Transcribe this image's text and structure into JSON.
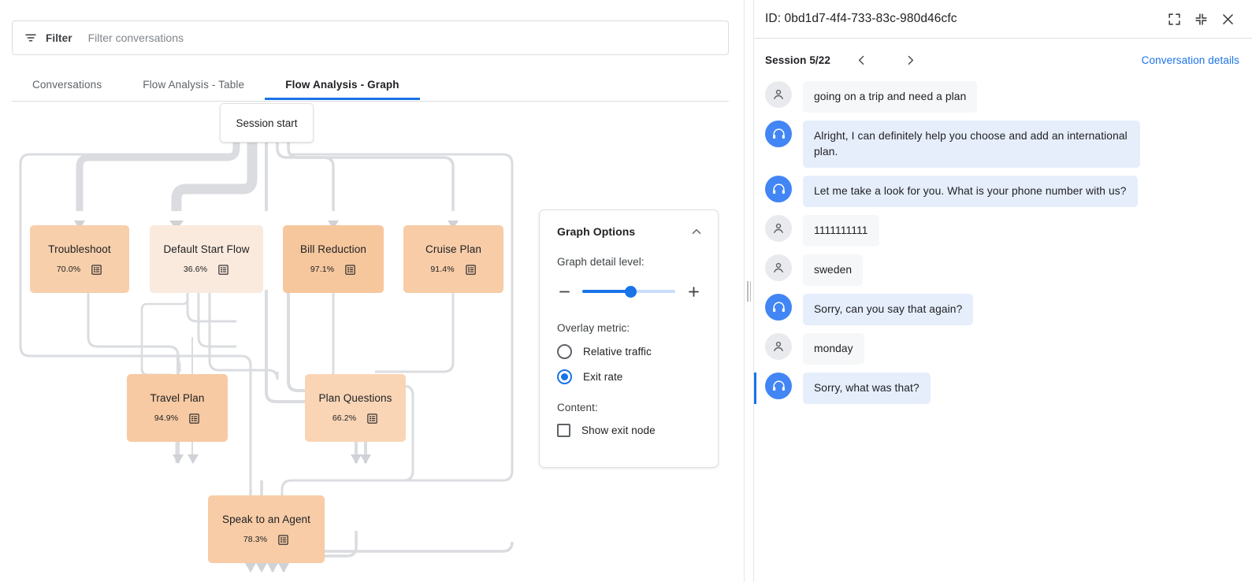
{
  "filter": {
    "label": "Filter",
    "placeholder": "Filter conversations",
    "value": "",
    "icon": "filter-icon"
  },
  "tabs": [
    {
      "label": "Conversations",
      "active": false
    },
    {
      "label": "Flow Analysis - Table",
      "active": false
    },
    {
      "label": "Flow Analysis - Graph",
      "active": true
    }
  ],
  "graph": {
    "start_node": {
      "label": "Session start"
    },
    "nodes": [
      {
        "id": "troubleshoot",
        "label": "Troubleshoot",
        "metric": "70.0%",
        "color": "#f7cfab",
        "icon": "list-details-icon"
      },
      {
        "id": "default-start",
        "label": "Default Start Flow",
        "metric": "36.6%",
        "color": "#faeadd",
        "icon": "list-details-icon"
      },
      {
        "id": "bill-reduction",
        "label": "Bill Reduction",
        "metric": "97.1%",
        "color": "#f6c79d",
        "icon": "list-details-icon"
      },
      {
        "id": "cruise-plan",
        "label": "Cruise Plan",
        "metric": "91.4%",
        "color": "#f7cca7",
        "icon": "list-details-icon"
      },
      {
        "id": "travel-plan",
        "label": "Travel Plan",
        "metric": "94.9%",
        "color": "#f7caa3",
        "icon": "list-details-icon"
      },
      {
        "id": "plan-questions",
        "label": "Plan Questions",
        "metric": "66.2%",
        "color": "#f9d5b6",
        "icon": "list-details-icon"
      },
      {
        "id": "speak-to-agent",
        "label": "Speak to an Agent",
        "metric": "78.3%",
        "color": "#f7cca6",
        "icon": "list-details-icon"
      }
    ],
    "edge_color": "#dadce0"
  },
  "graph_options": {
    "title": "Graph Options",
    "collapse_icon": "chevron-up-icon",
    "detail_level_label": "Graph detail level:",
    "decrease_icon": "minus-icon",
    "increase_icon": "plus-icon",
    "slider_value": 52,
    "overlay_metric_label": "Overlay metric:",
    "overlay_options": [
      {
        "label": "Relative traffic",
        "selected": false
      },
      {
        "label": "Exit rate",
        "selected": true
      }
    ],
    "content_label": "Content:",
    "content_options": [
      {
        "label": "Show exit node",
        "checked": false
      }
    ]
  },
  "splitter": {
    "icon": "drag-handle-icon"
  },
  "conversation": {
    "id_label": "ID: 0bd1d7-4f4-733-83c-980d46cfc",
    "expand_icon": "fullscreen-icon",
    "collapse_icon": "fullscreen-exit-icon",
    "close_icon": "close-icon",
    "session_label": "Session 5/22",
    "prev_icon": "chevron-left-icon",
    "next_icon": "chevron-right-icon",
    "details_link": "Conversation details",
    "messages": [
      {
        "role": "user",
        "text": "going on a trip and need a plan",
        "highlight": false
      },
      {
        "role": "agent",
        "text": "Alright, I can definitely help you choose and add an international plan.",
        "highlight": false
      },
      {
        "role": "agent",
        "text": "Let me take a look for you. What is your phone number with us?",
        "highlight": false
      },
      {
        "role": "user",
        "text": "1111111111",
        "highlight": false
      },
      {
        "role": "user",
        "text": "sweden",
        "highlight": false
      },
      {
        "role": "agent",
        "text": "Sorry, can you say that again?",
        "highlight": false
      },
      {
        "role": "user",
        "text": "monday",
        "highlight": false
      },
      {
        "role": "agent",
        "text": "Sorry, what was that?",
        "highlight": true
      }
    ]
  },
  "colors": {
    "accent": "#1a73e8",
    "user_bubble": "#f6f7f8",
    "agent_bubble": "#e6eefc",
    "agent_avatar": "#4285f4",
    "edge": "#dadce0"
  }
}
